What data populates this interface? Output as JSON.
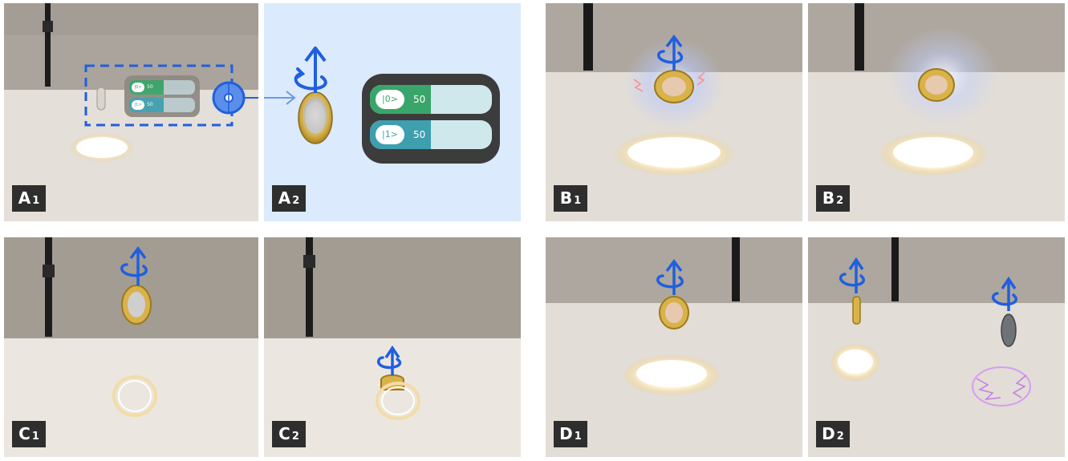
{
  "panels": {
    "A1": {
      "letter": "A",
      "sub": "1"
    },
    "A2": {
      "letter": "A",
      "sub": "2"
    },
    "B1": {
      "letter": "B",
      "sub": "1"
    },
    "B2": {
      "letter": "B",
      "sub": "2"
    },
    "C1": {
      "letter": "C",
      "sub": "1"
    },
    "C2": {
      "letter": "C",
      "sub": "2"
    },
    "D1": {
      "letter": "D",
      "sub": "1"
    },
    "D2": {
      "letter": "D",
      "sub": "2"
    }
  },
  "quantum_panel": {
    "states": [
      {
        "label": "|0>",
        "value": "50",
        "percent": 50,
        "color": "#3aa56a"
      },
      {
        "label": "|1>",
        "value": "50",
        "percent": 50,
        "color": "#3e9fae"
      }
    ],
    "track_color": "#cfe8ec",
    "card_color": "#3c3c3c"
  },
  "colors": {
    "accent_blue": "#1f5fe0",
    "wall": "#b3aca4",
    "table": "#e6e1da",
    "light_panel": "#dbeafc",
    "glow": "#f2c96a"
  }
}
